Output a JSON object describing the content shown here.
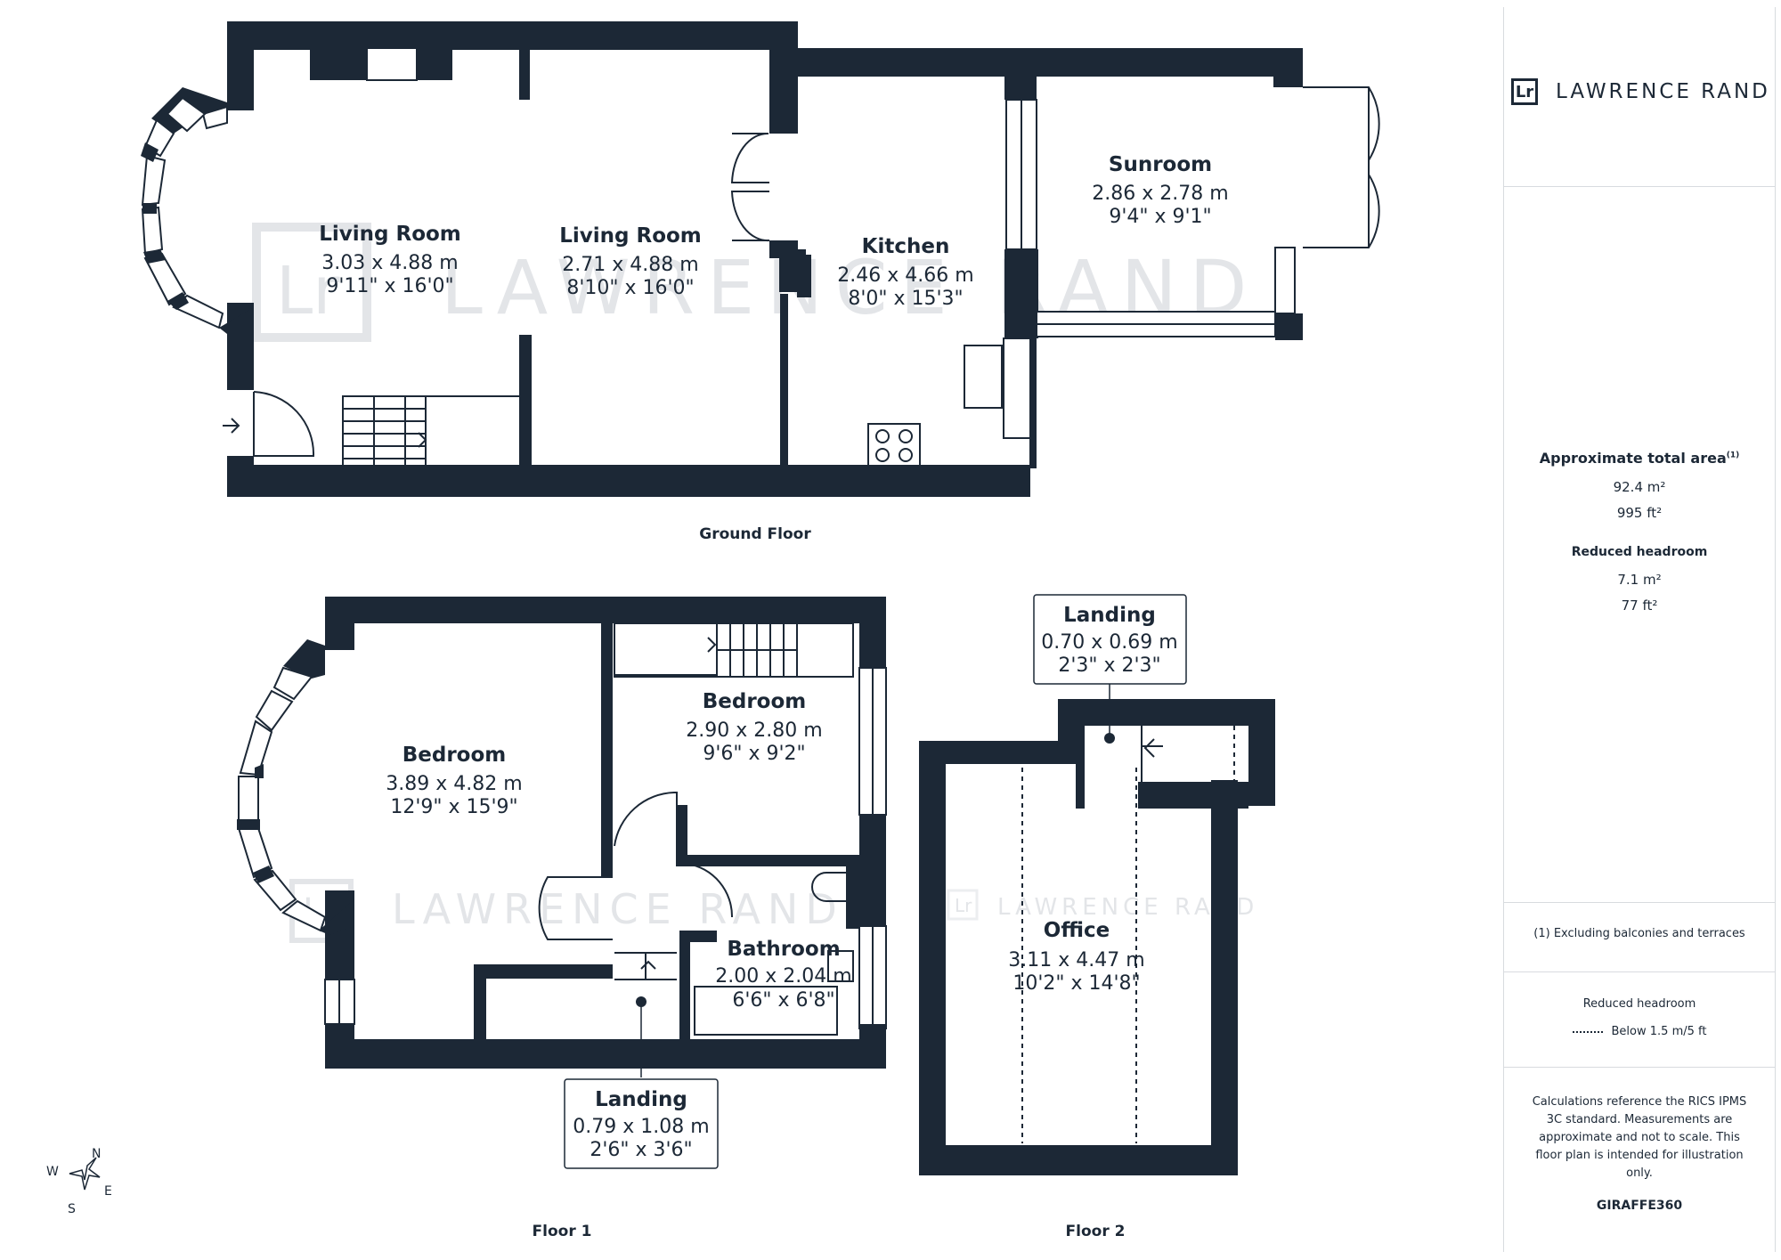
{
  "brand": {
    "logo_mark": "Lr",
    "name": "LAWRENCE RAND",
    "watermark": "LAWRENCE RAND",
    "footer": "GIRAFFE360"
  },
  "area": {
    "title": "Approximate total area",
    "title_sup": "(1)",
    "metric": "92.4 m²",
    "imperial": "995 ft²",
    "reduced_title": "Reduced headroom",
    "reduced_metric": "7.1 m²",
    "reduced_imperial": "77 ft²",
    "footnote": "(1) Excluding balconies and terraces"
  },
  "legend": {
    "title": "Reduced headroom",
    "item": "Below 1.5 m/5 ft"
  },
  "disclaimer": [
    "Calculations reference the RICS IPMS",
    "3C standard. Measurements are",
    "approximate and not to scale. This",
    "floor plan is intended for illustration",
    "only."
  ],
  "compass": {
    "n": "N",
    "e": "E",
    "s": "S",
    "w": "W"
  },
  "floors": {
    "ground": {
      "label": "Ground Floor",
      "rooms": [
        {
          "name": "Living Room",
          "metric": "3.03 x 4.88 m",
          "imperial": "9'11\" x 16'0\""
        },
        {
          "name": "Living Room",
          "metric": "2.71 x 4.88 m",
          "imperial": "8'10\" x 16'0\""
        },
        {
          "name": "Kitchen",
          "metric": "2.46 x 4.66 m",
          "imperial": "8'0\" x 15'3\""
        },
        {
          "name": "Sunroom",
          "metric": "2.86 x 2.78 m",
          "imperial": "9'4\" x 9'1\""
        }
      ]
    },
    "first": {
      "label": "Floor 1",
      "rooms": [
        {
          "name": "Bedroom",
          "metric": "3.89 x 4.82 m",
          "imperial": "12'9\" x 15'9\""
        },
        {
          "name": "Bedroom",
          "metric": "2.90 x 2.80 m",
          "imperial": "9'6\" x 9'2\""
        },
        {
          "name": "Bathroom",
          "metric": "2.00 x 2.04 m",
          "imperial": "6'6\" x 6'8\""
        },
        {
          "name": "Landing",
          "metric": "0.79 x 1.08 m",
          "imperial": "2'6\" x 3'6\""
        }
      ]
    },
    "second": {
      "label": "Floor 2",
      "rooms": [
        {
          "name": "Landing",
          "metric": "0.70 x 0.69 m",
          "imperial": "2'3\" x 2'3\""
        },
        {
          "name": "Office",
          "metric": "3.11 x 4.47 m",
          "imperial": "10'2\" x 14'8\""
        }
      ]
    }
  }
}
